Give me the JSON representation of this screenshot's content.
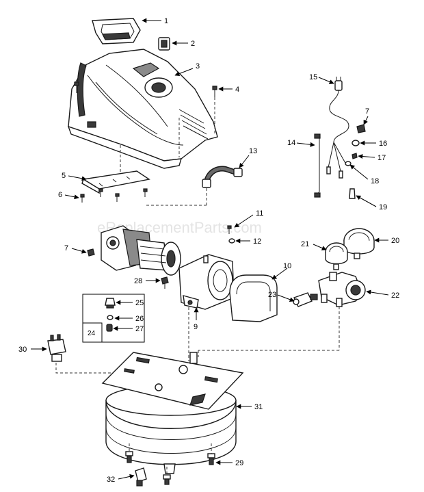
{
  "watermark": "eReplacementParts.com",
  "callouts": [
    {
      "id": "1",
      "label": "1"
    },
    {
      "id": "2",
      "label": "2"
    },
    {
      "id": "3",
      "label": "3"
    },
    {
      "id": "4",
      "label": "4"
    },
    {
      "id": "5",
      "label": "5"
    },
    {
      "id": "6",
      "label": "6"
    },
    {
      "id": "7a",
      "label": "7"
    },
    {
      "id": "7b",
      "label": "7"
    },
    {
      "id": "9",
      "label": "9"
    },
    {
      "id": "10",
      "label": "10"
    },
    {
      "id": "11",
      "label": "11"
    },
    {
      "id": "12",
      "label": "12"
    },
    {
      "id": "13",
      "label": "13"
    },
    {
      "id": "14",
      "label": "14"
    },
    {
      "id": "15",
      "label": "15"
    },
    {
      "id": "16",
      "label": "16"
    },
    {
      "id": "17",
      "label": "17"
    },
    {
      "id": "18",
      "label": "18"
    },
    {
      "id": "19",
      "label": "19"
    },
    {
      "id": "20",
      "label": "20"
    },
    {
      "id": "21",
      "label": "21"
    },
    {
      "id": "22",
      "label": "22"
    },
    {
      "id": "23",
      "label": "23"
    },
    {
      "id": "24",
      "label": "24"
    },
    {
      "id": "25",
      "label": "25"
    },
    {
      "id": "26",
      "label": "26"
    },
    {
      "id": "27",
      "label": "27"
    },
    {
      "id": "28",
      "label": "28"
    },
    {
      "id": "29",
      "label": "29"
    },
    {
      "id": "30",
      "label": "30"
    },
    {
      "id": "31",
      "label": "31"
    },
    {
      "id": "32",
      "label": "32"
    }
  ]
}
